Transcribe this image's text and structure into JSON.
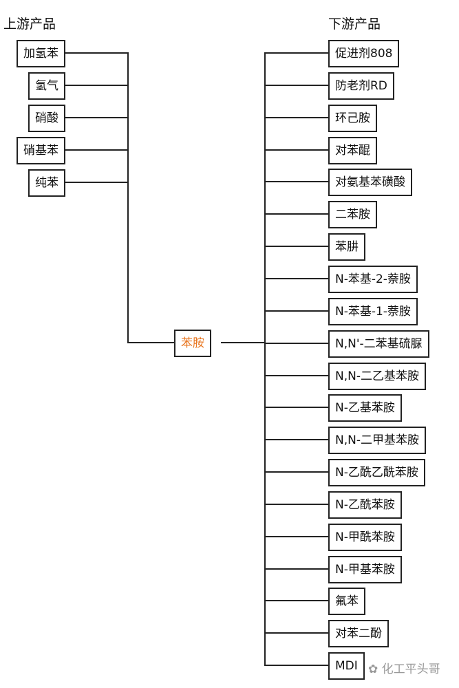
{
  "upstream_title": "上游产品",
  "downstream_title": "下游产品",
  "center": {
    "label": "苯胺",
    "color": "#e87722"
  },
  "upstream": [
    "加氢苯",
    "氢气",
    "硝酸",
    "硝基苯",
    "纯苯"
  ],
  "downstream": [
    "促进剂808",
    "防老剂RD",
    "环己胺",
    "对苯醌",
    "对氨基苯磺酸",
    "二苯胺",
    "苯肼",
    "N-苯基-2-萘胺",
    "N-苯基-1-萘胺",
    "N,N'-二苯基硫脲",
    "N,N-二乙基苯胺",
    "N-乙基苯胺",
    "N,N-二甲基苯胺",
    "N-乙酰乙酰苯胺",
    "N-乙酰苯胺",
    "N-甲酰苯胺",
    "N-甲基苯胺",
    "氟苯",
    "对苯二酚",
    "MDI"
  ],
  "watermark": "化工平头哥"
}
